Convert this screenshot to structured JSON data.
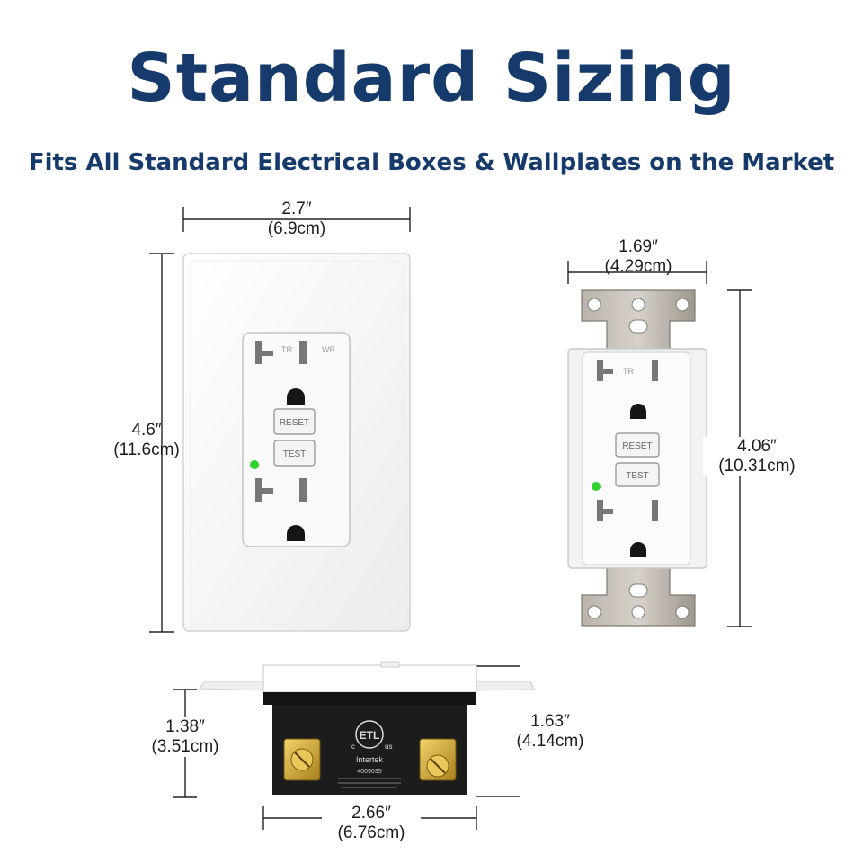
{
  "header": {
    "title": "Standard Sizing",
    "subtitle": "Fits All Standard Electrical Boxes & Wallplates on the Market"
  },
  "wallplate": {
    "width_in": "2.7″",
    "width_cm": "(6.9cm)",
    "height_in": "4.6″",
    "height_cm": "(11.6cm)"
  },
  "outlet_front": {
    "width_in": "1.69″",
    "width_cm": "(4.29cm)",
    "height_in": "4.06″",
    "height_cm": "(10.31cm)"
  },
  "outlet_side": {
    "depth_in": "1.38″",
    "depth_cm": "(3.51cm)",
    "total_depth_in": "1.63″",
    "total_depth_cm": "(4.14cm)",
    "body_width_in": "2.66″",
    "body_width_cm": "(6.76cm)"
  },
  "receptacle_markings": {
    "tr": "TR",
    "wr": "WR",
    "reset": "RESET",
    "test": "TEST",
    "brand": "Intertek",
    "code": "4009035",
    "etl": "ETL",
    "c": "c",
    "us": "us"
  },
  "colors": {
    "title": "#163a6b",
    "indicator": "#2fd12f",
    "terminal": "#c9a227",
    "strap": "#a8a29a"
  }
}
